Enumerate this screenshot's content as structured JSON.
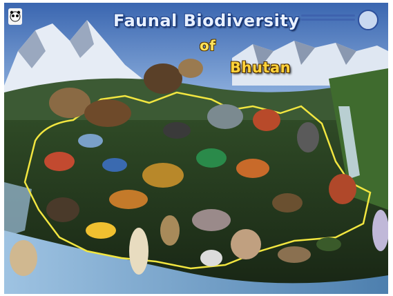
{
  "poster": {
    "title_line1": "Faunal Biodiversity",
    "title_line2": "of",
    "title_line3": "Bhutan",
    "logo_icon": "panda-logo-icon",
    "seal_icon": "emblem-seal-icon",
    "colors": {
      "sky": "#3f6fb8",
      "mountain_snow": "#e9eef6",
      "map_border": "#f2e640",
      "forest": "#2f5a2a",
      "river": "#5a8fbf"
    }
  }
}
